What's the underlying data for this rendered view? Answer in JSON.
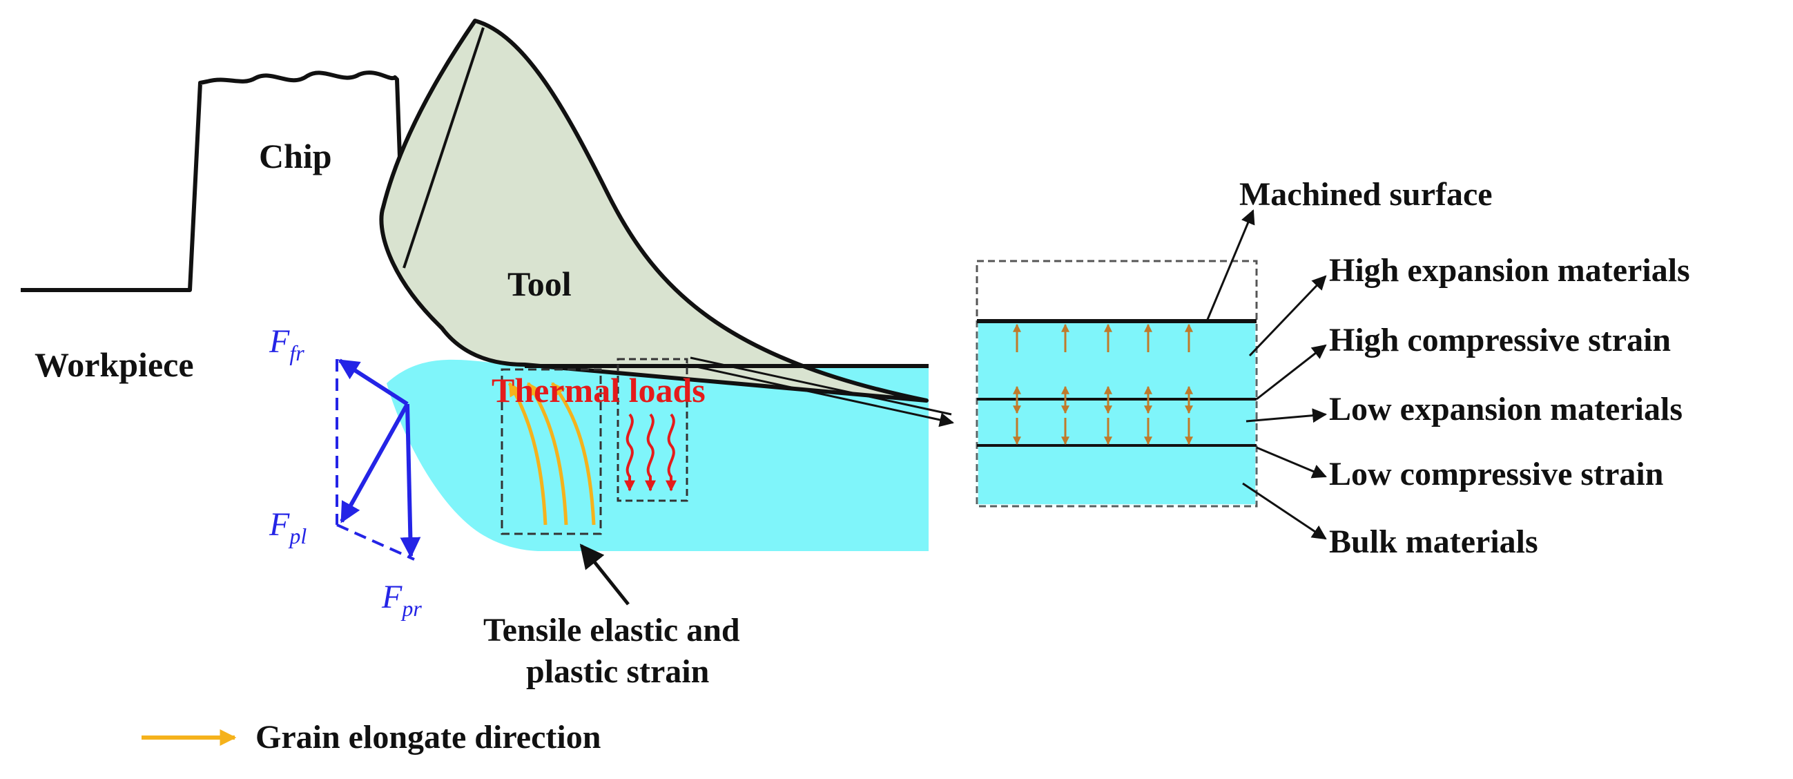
{
  "labels": {
    "chip": "Chip",
    "tool": "Tool",
    "workpiece": "Workpiece",
    "thermal_loads": "Thermal loads",
    "tensile_line1": "Tensile elastic and",
    "tensile_line2": "plastic strain",
    "grain_legend": "Grain elongate direction"
  },
  "forces": {
    "friction": {
      "main": "F",
      "sub": "fr"
    },
    "ploughing": {
      "main": "F",
      "sub": "pl"
    },
    "pressure": {
      "main": "F",
      "sub": "pr"
    }
  },
  "layers": {
    "machined_surface": "Machined surface",
    "high_expansion": "High expansion materials",
    "high_compressive": "High compressive strain",
    "low_expansion": "Low expansion materials",
    "low_compressive": "Low compressive strain",
    "bulk": "Bulk materials"
  },
  "colors": {
    "tool_fill": "#d9e3d0",
    "workpiece_layer": "#7ff5fa",
    "force_blue": "#2424e6",
    "thermal_red": "#e41b1b",
    "grain_orange": "#f5b21c",
    "strain_arrow": "#c07a2a",
    "outline": "#111111"
  }
}
